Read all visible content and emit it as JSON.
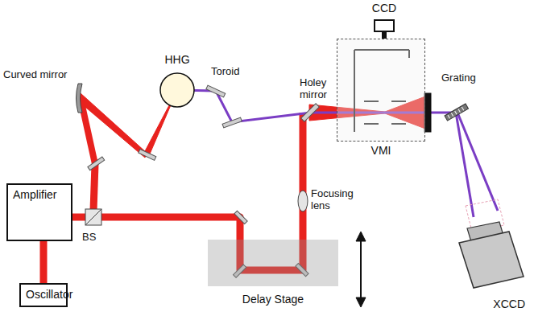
{
  "diagram": {
    "nodes": [
      {
        "text": [
          "Amplifier"
        ]
      },
      {
        "text": [
          "Oscillator"
        ]
      },
      {
        "text": [
          "HHG"
        ]
      },
      {
        "text": [
          "CCD"
        ]
      },
      {
        "text": [
          "VMI"
        ]
      },
      {
        "text": [
          "Delay Stage"
        ]
      },
      {
        "text": [
          "XCCD"
        ]
      }
    ],
    "edges": [
      {
        "from": 1,
        "to": 0,
        "arrow": "none"
      },
      {
        "from": 3,
        "to": 4,
        "arrow": "none"
      }
    ],
    "labels": [
      "Curved mirror",
      "Toroid",
      "Holey mirror",
      "BS",
      "Focusing lens",
      "Grating"
    ]
  }
}
